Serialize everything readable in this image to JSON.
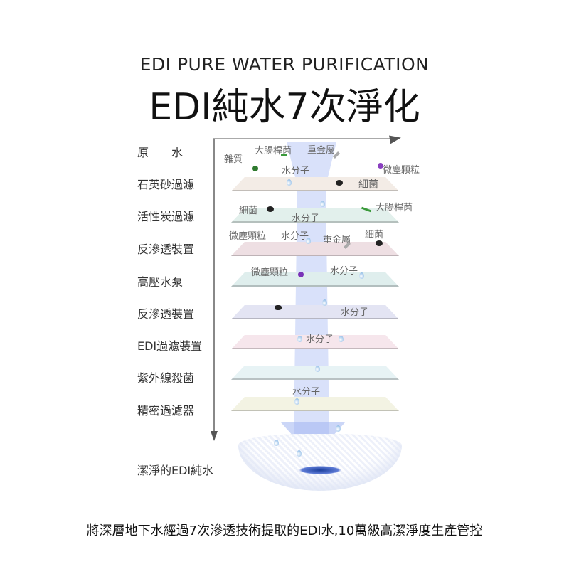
{
  "header": {
    "subtitle": "EDI PURE WATER PURIFICATION",
    "title": "EDI純水7次淨化"
  },
  "steps": [
    "原　　水",
    "石英砂過濾",
    "活性炭過濾",
    "反滲透裝置",
    "高壓水泵",
    "反滲透裝置",
    "EDI過濾裝置",
    "紫外線殺菌",
    "精密過濾器",
    "潔淨的EDI純水"
  ],
  "particles": {
    "impurity": "雜質",
    "ecoli": "大腸桿菌",
    "heavy_metal": "重金屬",
    "water": "水分子",
    "micro": "微塵顆粒",
    "bacteria": "細菌"
  },
  "layer_colors": [
    "#f3ece6",
    "#e2f0ec",
    "#eedfe3",
    "#dfeeed",
    "#e3e4f3",
    "#f6e6ec",
    "#e7f3f5",
    "#f3f3e3"
  ],
  "footer": "將深層地下水經過7次滲透技術提取的EDI水,10萬級高潔淨度生產管控"
}
